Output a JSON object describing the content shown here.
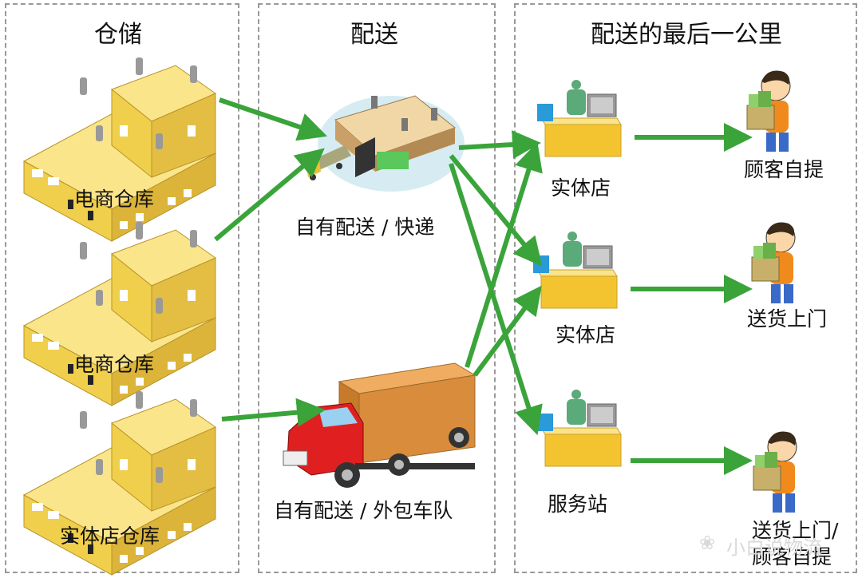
{
  "sections": {
    "warehouse": "仓储",
    "delivery": "配送",
    "last_mile": "配送的最后一公里"
  },
  "warehouses": {
    "ecommerce_1": "电商仓库",
    "ecommerce_2": "电商仓库",
    "physical_store": "实体店仓库"
  },
  "delivery": {
    "express": "自有配送 / 快递",
    "fleet": "自有配送 / 外包车队"
  },
  "stations": {
    "store_1": "实体店",
    "store_2": "实体店",
    "service_station": "服务站"
  },
  "customers": {
    "self_pickup": "顾客自提",
    "home_delivery": "送货上门",
    "combined_line1": "送货上门/",
    "combined_line2": "顾客自提"
  },
  "watermark": "小白说物流",
  "colors": {
    "arrow": "#3aa43a",
    "building": "#f4d35e",
    "building_dark": "#c9a52a",
    "truck_red": "#e02020",
    "cargo": "#d98c3c",
    "desk": "#f4c430",
    "shirt": "#f08a1c"
  }
}
